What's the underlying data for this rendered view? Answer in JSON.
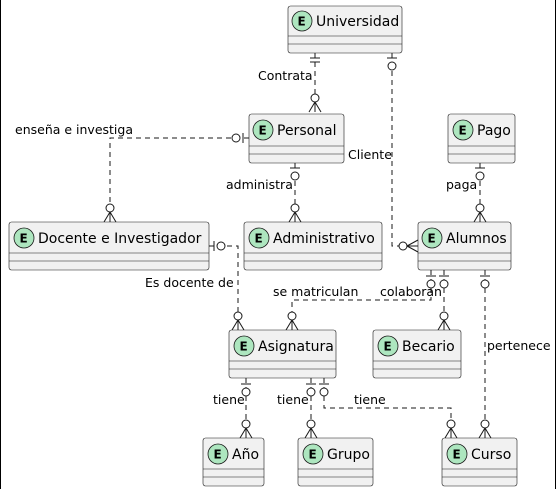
{
  "entity_marker": "E",
  "colors": {
    "entity_fill": "#f1f1f1",
    "marker_fill": "#ade6bf",
    "line": "#181818"
  },
  "entities": {
    "universidad": "Universidad",
    "personal": "Personal",
    "pago": "Pago",
    "docente": "Docente e Investigador",
    "administrativo": "Administrativo",
    "alumnos": "Alumnos",
    "asignatura": "Asignatura",
    "becario": "Becario",
    "anio": "Año",
    "grupo": "Grupo",
    "curso": "Curso"
  },
  "relationships": {
    "contrata": "Contrata",
    "ensena": "enseña e investiga",
    "cliente": "Cliente",
    "paga": "paga",
    "administra": "administra",
    "es_docente": "Es docente de",
    "matriculan": "se matriculan",
    "colaboran": "colaboran",
    "pertenece": "pertenece",
    "tiene_anio": "tiene",
    "tiene_grupo": "tiene",
    "tiene_curso": "tiene"
  }
}
